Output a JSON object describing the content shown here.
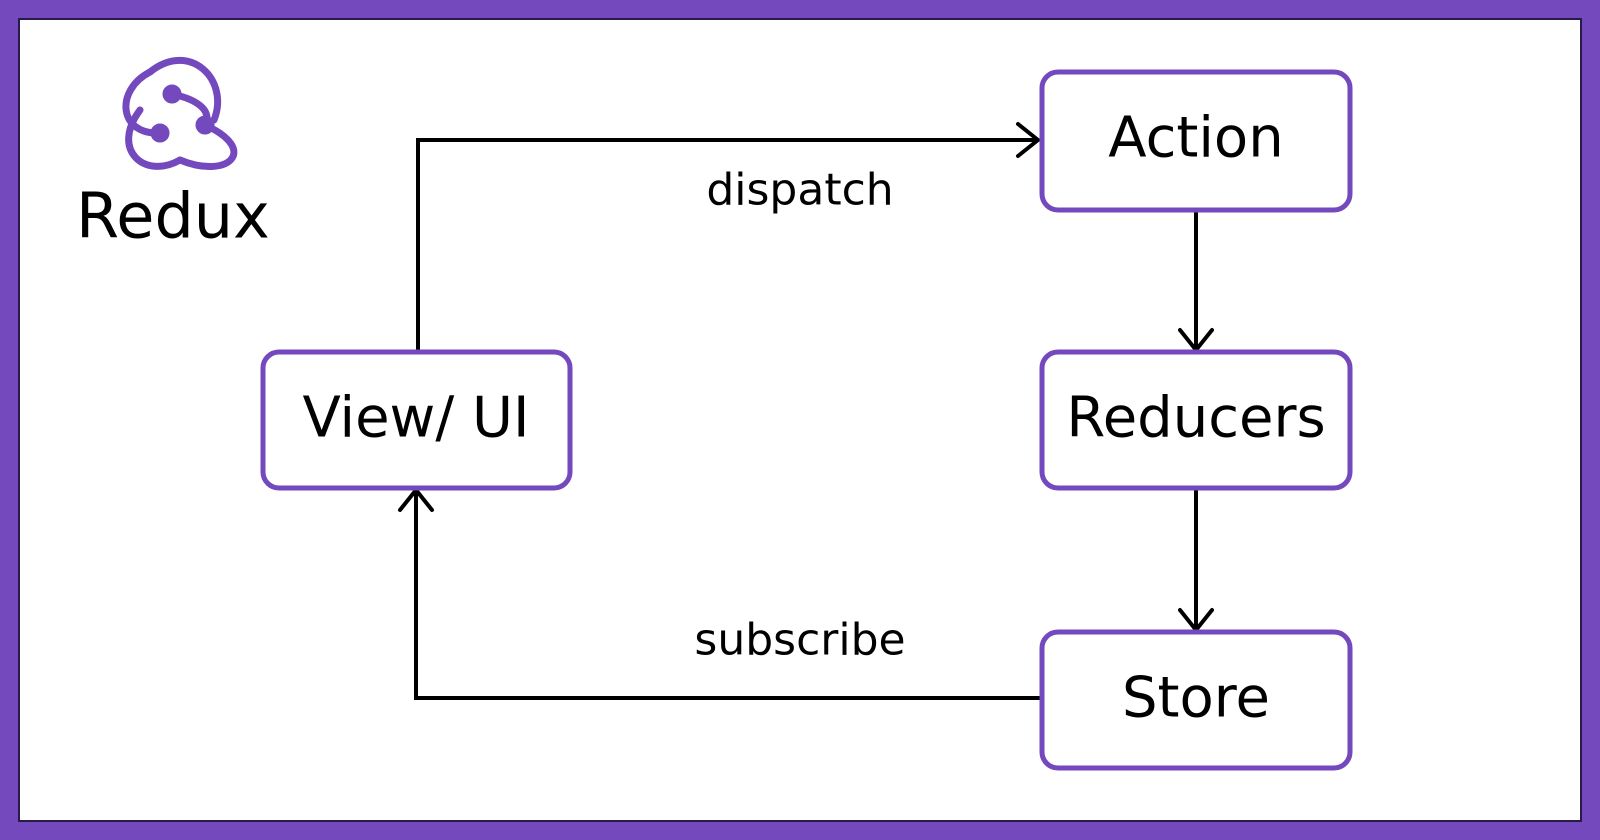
{
  "brand": {
    "name": "Redux",
    "icon": "redux-logo-icon",
    "color": "#7349bd"
  },
  "nodes": {
    "view": "View/ UI",
    "action": "Action",
    "reducers": "Reducers",
    "store": "Store"
  },
  "edges": {
    "dispatch": "dispatch",
    "subscribe": "subscribe"
  },
  "colors": {
    "accent": "#7349bd",
    "line": "#000000",
    "background": "#ffffff"
  }
}
